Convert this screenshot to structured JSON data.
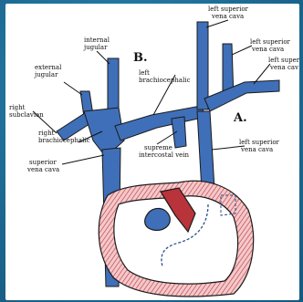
{
  "diagram": {
    "panel_letters": {
      "a": "A.",
      "b": "B."
    },
    "labels": {
      "left_sup_vc_top_line1": "left superior",
      "left_sup_vc_top_line2": "vena cava",
      "internal_jugular_line1": "internal",
      "internal_jugular_line2": "jugular",
      "left_sup_vc_mid_line1": "left superior",
      "left_sup_vc_mid_line2": "vena cava",
      "left_superi_line1": "left superi",
      "left_superi_line2": "vena cav",
      "external_jugular_line1": "external",
      "external_jugular_line2": "jugular",
      "left_brachio_line1": "left",
      "left_brachio_line2": "brachiocephalic",
      "right_subclavian_line1": "right",
      "right_subclavian_line2": "subclavian",
      "right_brachio_line1": "right",
      "right_brachio_line2": "brachiocephalic",
      "supreme_ic_line1": "supreme",
      "supreme_ic_line2": "intercostal vein",
      "a_left_sup_vc_line1": "left superior",
      "a_left_sup_vc_line2": "vena cava",
      "superior_vc_line1": "superior",
      "superior_vc_line2": "vena cava"
    },
    "colors": {
      "vein_blue": "#3f6fb8",
      "vein_dark": "#2b4f8d",
      "heart_red": "#b8333a",
      "heart_pink": "#f2c6c8",
      "outline": "#1b1b1b",
      "frame_blue": "#1f6f98"
    }
  }
}
